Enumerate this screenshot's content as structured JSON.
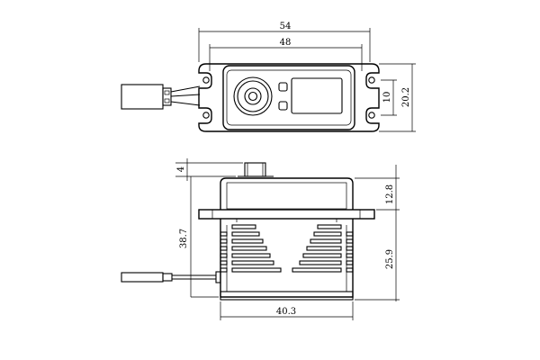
{
  "dimensions": {
    "overall_width": "54",
    "hole_spacing": "48",
    "slot_height": "10",
    "body_depth": "20.2",
    "spline_height": "4",
    "top_section_height": "12.8",
    "total_height": "38.7",
    "lower_section_height": "25.9",
    "body_width": "40.3"
  }
}
